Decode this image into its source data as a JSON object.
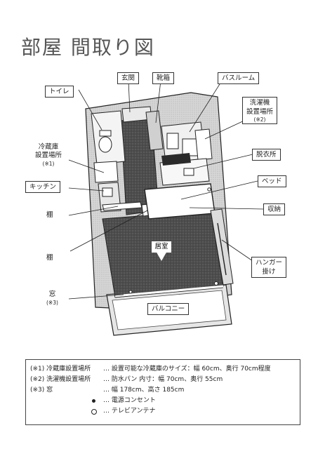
{
  "title": "部屋 間取り図",
  "labels": {
    "genkan": "玄関",
    "kutsubako": "靴箱",
    "bathroom": "バスルーム",
    "toilet": "トイレ",
    "washer_line1": "洗濯機",
    "washer_line2": "設置場所",
    "washer_note": "(※2)",
    "fridge_line1": "冷蔵庫",
    "fridge_line2": "設置場所",
    "fridge_note": "(※1)",
    "dressing": "脱衣所",
    "kitchen": "キッチン",
    "bed": "ベッド",
    "storage": "収納",
    "shelf1": "棚",
    "shelf2": "棚",
    "living": "居室",
    "hanger_line1": "ハンガー",
    "hanger_line2": "掛け",
    "window": "窓",
    "window_note": "(※3)",
    "balcony": "バルコニー"
  },
  "legend": [
    {
      "key": "(※1) 冷蔵庫設置場所",
      "value": "… 設置可能な冷蔵庫のサイズ：幅 60cm、奥行 70cm程度"
    },
    {
      "key": "(※2) 洗濯機設置場所",
      "value": "… 防水パン 内寸：幅 70cm、奥行 55cm"
    },
    {
      "key": "(※3) 窓",
      "value": "… 幅 178cm、高さ 185cm"
    },
    {
      "key": "",
      "value": "… 電源コンセント",
      "icon": "outlet-dot-icon"
    },
    {
      "key": "",
      "value": "… テレビアンテナ",
      "icon": "tv-antenna-ring-icon"
    }
  ],
  "colors": {
    "line": "#222222",
    "floor": "#4a4a4a",
    "wall": "#cfcfcf"
  }
}
